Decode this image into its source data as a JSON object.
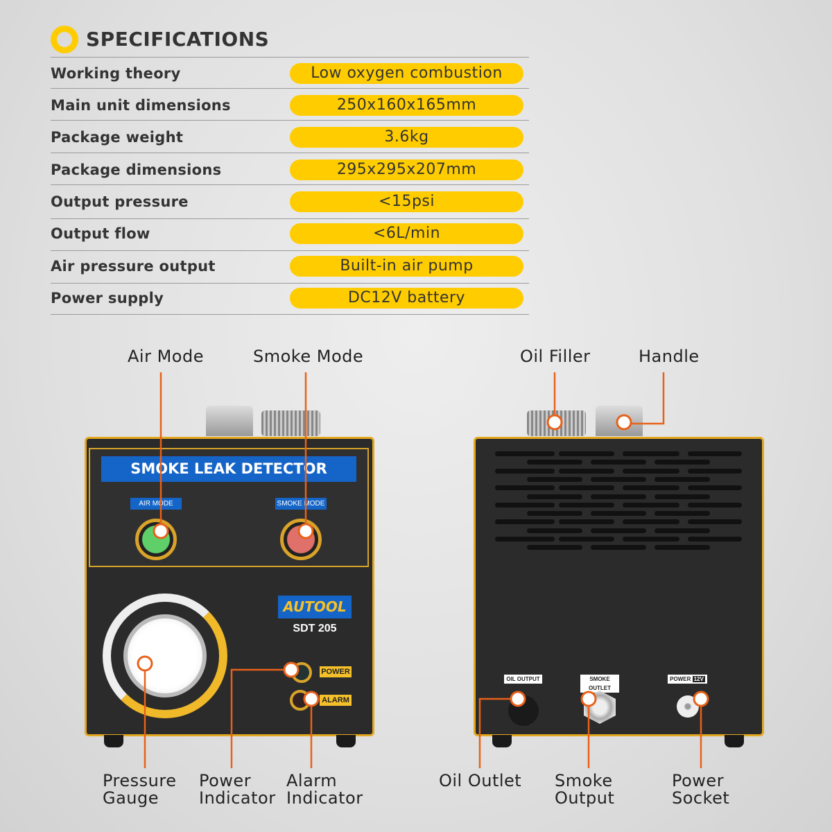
{
  "header": {
    "title": "SPECIFICATIONS",
    "icon": "ring-icon"
  },
  "specs": [
    {
      "label": "Working theory",
      "value": "Low oxygen combustion"
    },
    {
      "label": "Main unit dimensions",
      "value": "250x160x165mm"
    },
    {
      "label": "Package weight",
      "value": "3.6kg"
    },
    {
      "label": "Package dimensions",
      "value": "295x295x207mm"
    },
    {
      "label": "Output pressure",
      "value": "<15psi"
    },
    {
      "label": "Output flow",
      "value": "<6L/min"
    },
    {
      "label": "Air pressure output",
      "value": "Built-in air pump"
    },
    {
      "label": "Power supply",
      "value": "DC12V battery"
    }
  ],
  "front": {
    "banner": "SMOKE LEAK DETECTOR",
    "air_tag": "AIR MODE",
    "smoke_tag": "SMOKE MODE",
    "brand": "AUTOOL",
    "model": "SDT 205",
    "power_tag": "POWER",
    "alarm_tag": "ALARM"
  },
  "back": {
    "oil_tag": "OIL OUTPUT",
    "smoke_tag": "SMOKE OUTLET",
    "power_tag": "POWER",
    "power_volt": "12V"
  },
  "callouts": {
    "air_mode": "Air Mode",
    "smoke_mode": "Smoke Mode",
    "oil_filler": "Oil Filler",
    "handle": "Handle",
    "pressure_gauge": [
      "Pressure",
      "Gauge"
    ],
    "power_indicator": [
      "Power",
      "Indicator"
    ],
    "alarm_indicator": [
      "Alarm",
      "Indicator"
    ],
    "oil_outlet": "Oil Outlet",
    "smoke_output": [
      "Smoke",
      "Output"
    ],
    "power_socket": [
      "Power",
      "Socket"
    ]
  },
  "colors": {
    "accent": "#ffcc00",
    "callout": "#e8611a",
    "banner": "#1565c8",
    "body": "#2b2b2b"
  }
}
